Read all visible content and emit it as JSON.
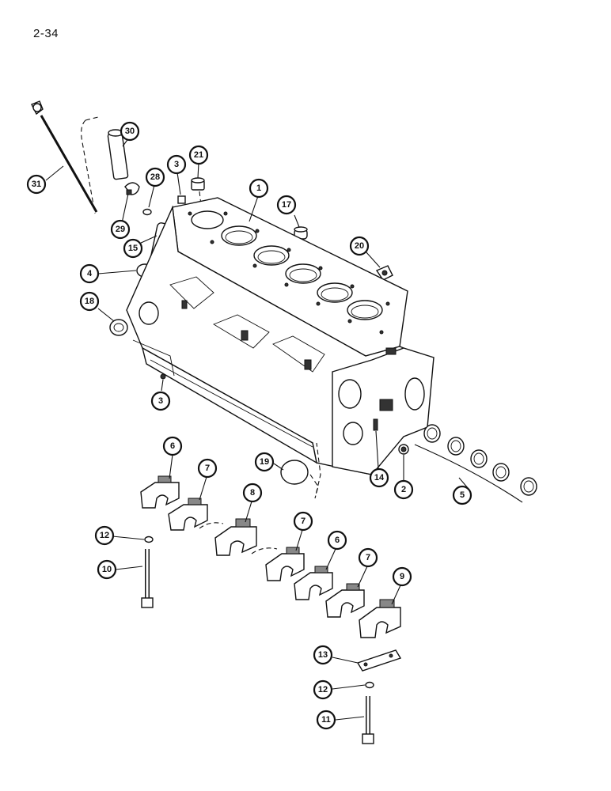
{
  "page": {
    "number": "2-34"
  },
  "callouts": [
    {
      "id": "1",
      "label": "1"
    },
    {
      "id": "2",
      "label": "2"
    },
    {
      "id": "3a",
      "label": "3"
    },
    {
      "id": "3b",
      "label": "3"
    },
    {
      "id": "4",
      "label": "4"
    },
    {
      "id": "5",
      "label": "5"
    },
    {
      "id": "6a",
      "label": "6"
    },
    {
      "id": "6b",
      "label": "6"
    },
    {
      "id": "7a",
      "label": "7"
    },
    {
      "id": "7b",
      "label": "7"
    },
    {
      "id": "7c",
      "label": "7"
    },
    {
      "id": "8",
      "label": "8"
    },
    {
      "id": "9",
      "label": "9"
    },
    {
      "id": "10",
      "label": "10"
    },
    {
      "id": "11",
      "label": "11"
    },
    {
      "id": "12a",
      "label": "12"
    },
    {
      "id": "12b",
      "label": "12"
    },
    {
      "id": "13",
      "label": "13"
    },
    {
      "id": "14",
      "label": "14"
    },
    {
      "id": "15",
      "label": "15"
    },
    {
      "id": "17",
      "label": "17"
    },
    {
      "id": "18",
      "label": "18"
    },
    {
      "id": "19",
      "label": "19"
    },
    {
      "id": "20",
      "label": "20"
    },
    {
      "id": "21",
      "label": "21"
    },
    {
      "id": "28",
      "label": "28"
    },
    {
      "id": "29",
      "label": "29"
    },
    {
      "id": "30",
      "label": "30"
    },
    {
      "id": "31",
      "label": "31"
    }
  ]
}
